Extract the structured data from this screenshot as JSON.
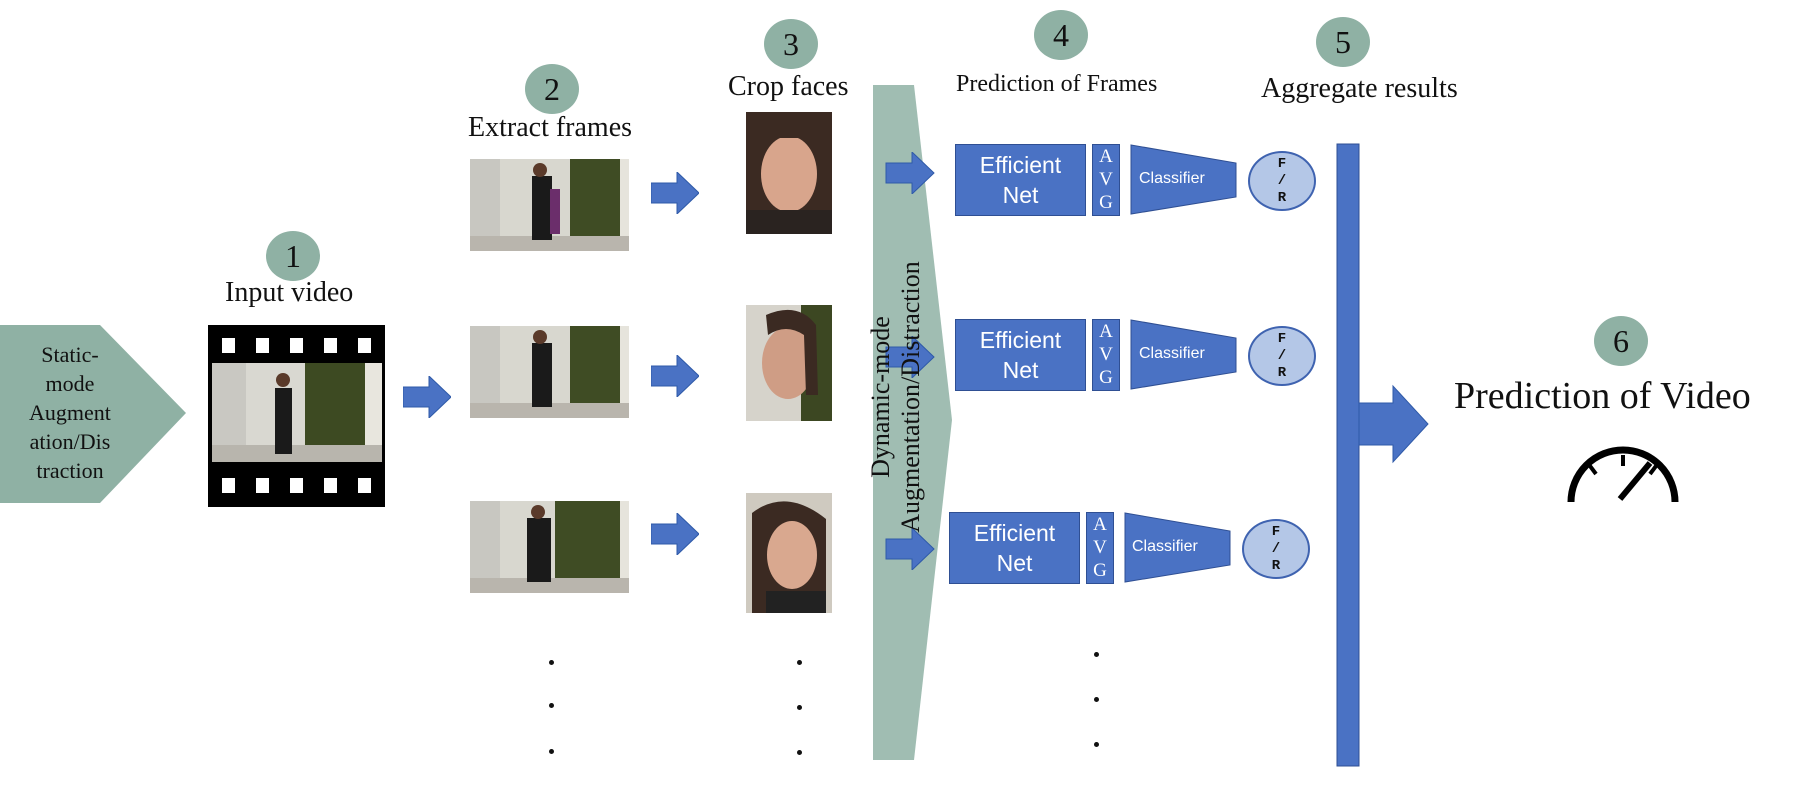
{
  "steps": {
    "s1": {
      "num": "1",
      "label": "Input video"
    },
    "s2": {
      "num": "2",
      "label": "Extract frames"
    },
    "s3": {
      "num": "3",
      "label": "Crop faces"
    },
    "s4": {
      "num": "4",
      "label": "Prediction of Frames"
    },
    "s5": {
      "num": "5",
      "label": "Aggregate results"
    },
    "s6": {
      "num": "6",
      "label": "Prediction of  Video"
    }
  },
  "static_aug": [
    "Static-",
    "mode",
    "Augment",
    "ation/Dis",
    "traction"
  ],
  "dynamic_aug": [
    "Dynamic-mode",
    "Augmentation/Distraction"
  ],
  "pipeline_rows": [
    {
      "net": [
        "Efficient",
        "Net"
      ],
      "avg": [
        "A",
        "V",
        "G"
      ],
      "classifier": "Classifier",
      "output": [
        "F",
        "/",
        "R"
      ]
    },
    {
      "net": [
        "Efficient",
        "Net"
      ],
      "avg": [
        "A",
        "V",
        "G"
      ],
      "classifier": "Classifier",
      "output": [
        "F",
        "/",
        "R"
      ]
    },
    {
      "net": [
        "Efficient",
        "Net"
      ],
      "avg": [
        "A",
        "V",
        "G"
      ],
      "classifier": "Classifier",
      "output": [
        "F",
        "/",
        "R"
      ]
    }
  ],
  "colors": {
    "badge": "#8fb1a4",
    "block_blue": "#4a72c4",
    "light_blue": "#b4c7e7",
    "augment_green": "#8fb1a4"
  },
  "icons": [
    "film-strip-icon",
    "speedometer-icon",
    "arrow-right-icon"
  ]
}
